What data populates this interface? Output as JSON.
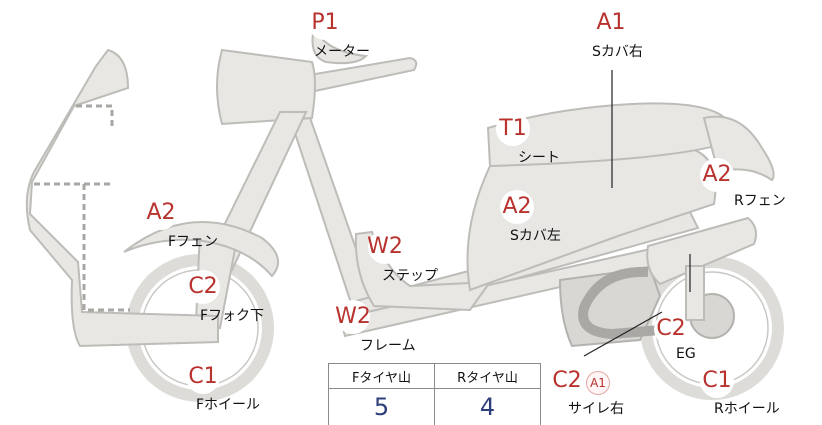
{
  "parts": [
    {
      "id": "meter",
      "code": "P1",
      "name": "メーター"
    },
    {
      "id": "s-cover-right",
      "code": "A1",
      "name": "Sカバ右"
    },
    {
      "id": "seat",
      "code": "T1",
      "name": "シート"
    },
    {
      "id": "r-fender",
      "code": "A2",
      "name": "Rフェン"
    },
    {
      "id": "s-cover-left",
      "code": "A2",
      "name": "Sカバ左"
    },
    {
      "id": "f-fender",
      "code": "A2",
      "name": "Fフェン"
    },
    {
      "id": "step",
      "code": "W2",
      "name": "ステップ"
    },
    {
      "id": "f-fork",
      "code": "C2",
      "name": "Fフォク下"
    },
    {
      "id": "frame",
      "code": "W2",
      "name": "フレーム"
    },
    {
      "id": "engine",
      "code": "C2",
      "name": "EG"
    },
    {
      "id": "f-wheel",
      "code": "C1",
      "name": "Fホイール"
    },
    {
      "id": "muffler-right",
      "code": "C2",
      "sub_code": "A1",
      "name": "サイレ右"
    },
    {
      "id": "r-wheel",
      "code": "C1",
      "name": "Rホイール"
    }
  ],
  "tread_table": {
    "headers": [
      "Fタイヤ山",
      "Rタイヤ山"
    ],
    "values": [
      "5",
      "4"
    ]
  }
}
